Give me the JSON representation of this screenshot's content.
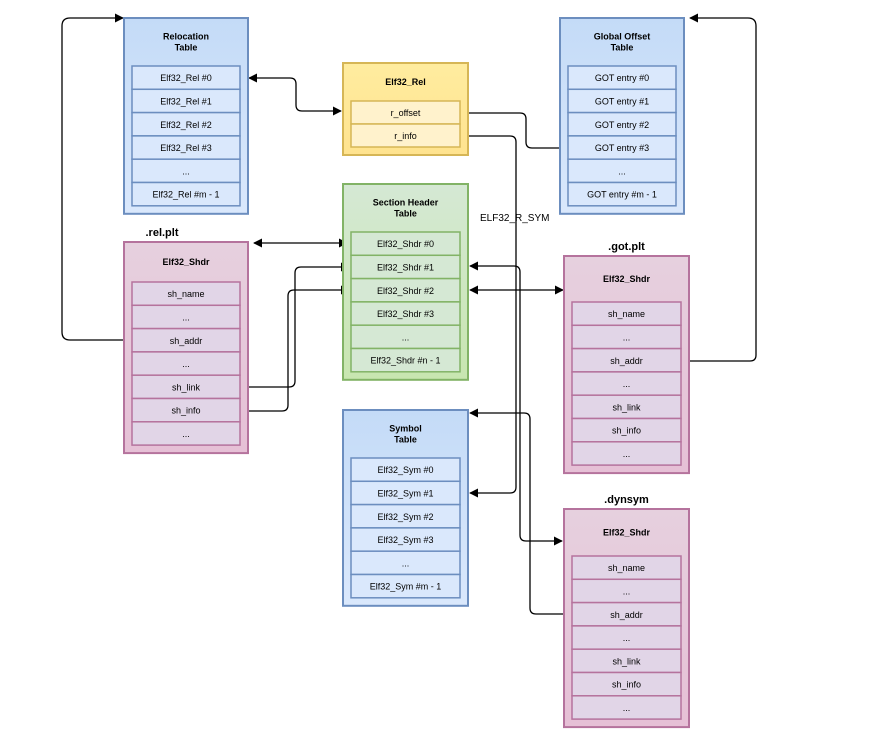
{
  "colors": {
    "blue": {
      "panel_fill": "#dae8fc",
      "panel_top": "#c4dbf7",
      "panel_stroke": "#6c8ebf",
      "row_fill": "#dae8fc"
    },
    "yellow": {
      "panel_fill": "#ffe38f",
      "panel_top": "#ffec9f",
      "panel_stroke": "#d6b656",
      "row_fill": "#fff2cc"
    },
    "green": {
      "panel_fill": "#c8e6b0",
      "panel_top": "#d5e8d4",
      "panel_stroke": "#82b366",
      "row_fill": "#d5e8d4"
    },
    "pink": {
      "panel_fill": "#e6c0d6",
      "panel_top": "#e6d0de",
      "panel_stroke": "#b5739d",
      "row_fill": "#e1d5e7"
    },
    "edge": "#000000"
  },
  "panels": {
    "reloc_table": {
      "title": [
        "Relocation",
        "Table"
      ],
      "rows": [
        "Elf32_Rel #0",
        "Elf32_Rel #1",
        "Elf32_Rel #2",
        "Elf32_Rel #3",
        "...",
        "Elf32_Rel #m - 1"
      ]
    },
    "got_table": {
      "title": [
        "Global Offset",
        "Table"
      ],
      "rows": [
        "GOT entry #0",
        "GOT entry #1",
        "GOT entry #2",
        "GOT entry #3",
        "...",
        "GOT entry #m - 1"
      ]
    },
    "elf32_rel": {
      "title": [
        "Elf32_Rel"
      ],
      "rows": [
        "r_offset",
        "r_info"
      ]
    },
    "section_header_table": {
      "title": [
        "Section Header",
        "Table"
      ],
      "rows": [
        "Elf32_Shdr #0",
        "Elf32_Shdr #1",
        "Elf32_Shdr #2",
        "Elf32_Shdr #3",
        "...",
        "Elf32_Shdr #n - 1"
      ]
    },
    "rel_plt_shdr": {
      "section_label": ".rel.plt",
      "title": [
        "Elf32_Shdr"
      ],
      "rows": [
        "sh_name",
        "...",
        "sh_addr",
        "...",
        "sh_link",
        "sh_info",
        "..."
      ]
    },
    "got_plt_shdr": {
      "section_label": ".got.plt",
      "title": [
        "Elf32_Shdr"
      ],
      "rows": [
        "sh_name",
        "...",
        "sh_addr",
        "...",
        "sh_link",
        "sh_info",
        "..."
      ]
    },
    "symbol_table": {
      "title": [
        "Symbol",
        "Table"
      ],
      "rows": [
        "Elf32_Sym #0",
        "Elf32_Sym #1",
        "Elf32_Sym #2",
        "Elf32_Sym #3",
        "...",
        "Elf32_Sym #m - 1"
      ]
    },
    "dynsym_shdr": {
      "section_label": ".dynsym",
      "title": [
        "Elf32_Shdr"
      ],
      "rows": [
        "sh_name",
        "...",
        "sh_addr",
        "...",
        "sh_link",
        "sh_info",
        "..."
      ]
    }
  },
  "edge_labels": {
    "r_info_to_sym": "ELF32_R_SYM"
  }
}
